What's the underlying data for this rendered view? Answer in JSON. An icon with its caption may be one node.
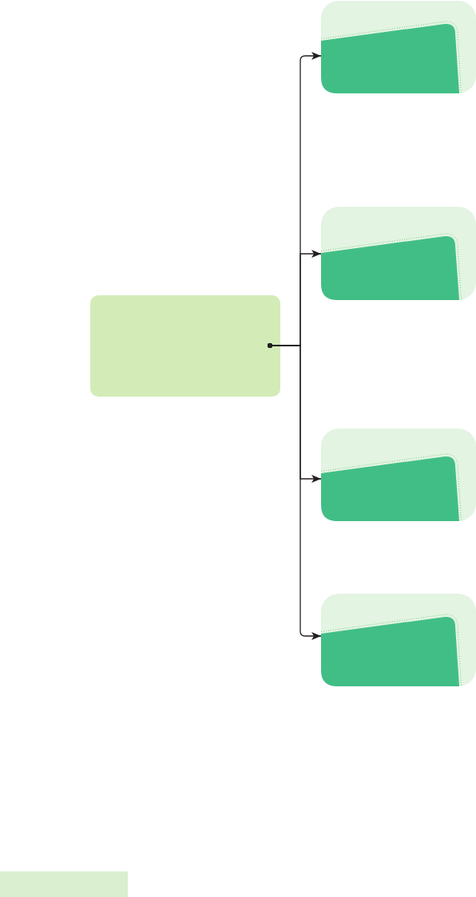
{
  "diagram": {
    "nodes": [
      {
        "text": [],
        "shape": "box"
      },
      {
        "text": [],
        "shape": "card"
      },
      {
        "text": [],
        "shape": "card"
      },
      {
        "text": [],
        "shape": "card"
      },
      {
        "text": [],
        "shape": "card"
      },
      {
        "text": [],
        "shape": "bar"
      }
    ],
    "edges": [
      {
        "from": 0,
        "to": 1,
        "arrow": "to"
      },
      {
        "from": 0,
        "to": 2,
        "arrow": "to"
      },
      {
        "from": 0,
        "to": 3,
        "arrow": "to"
      },
      {
        "from": 0,
        "to": 4,
        "arrow": "to"
      }
    ]
  }
}
